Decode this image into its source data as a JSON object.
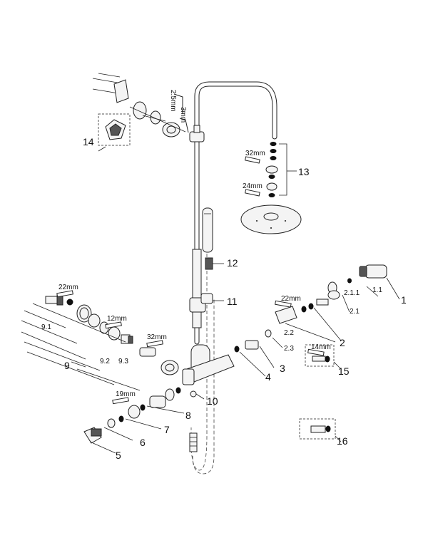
{
  "parts": {
    "p1": "1",
    "p1_1": "1.1",
    "p2": "2",
    "p2_1": "2.1",
    "p2_1_1": "2.1.1",
    "p2_2": "2.2",
    "p2_3": "2.3",
    "p3": "3",
    "p4": "4",
    "p5": "5",
    "p6": "6",
    "p7": "7",
    "p8": "8",
    "p9": "9",
    "p9_1": "9.1",
    "p9_2": "9.2",
    "p9_3": "9.3",
    "p10": "10",
    "p11": "11",
    "p12": "12",
    "p13": "13",
    "p14": "14",
    "p15": "15",
    "p16": "16"
  },
  "tools": {
    "t2_5": "2.5mm",
    "t3": "3mm",
    "t32a": "32mm",
    "t24": "24mm",
    "t22a": "22mm",
    "t12": "12mm",
    "t32b": "32mm",
    "t19": "19mm",
    "t22b": "22mm",
    "t14": "14mm"
  }
}
